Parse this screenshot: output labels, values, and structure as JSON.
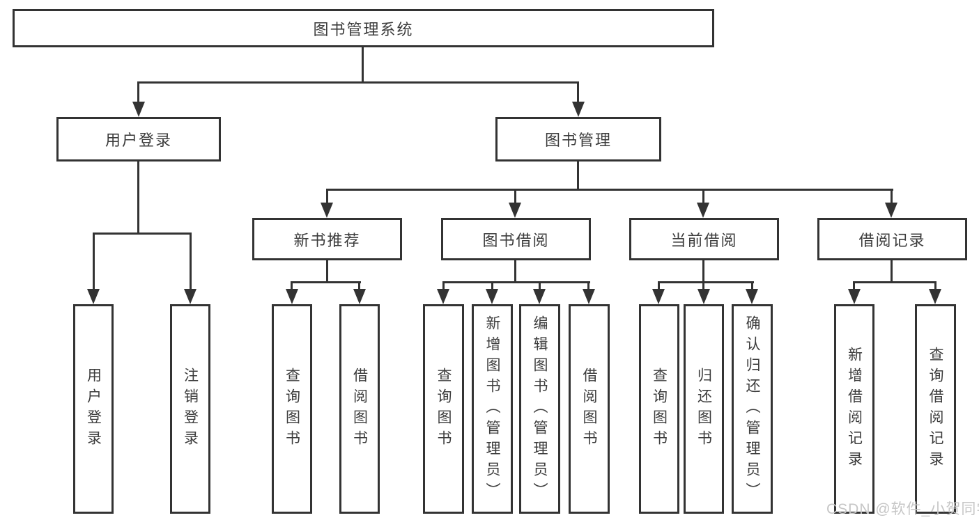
{
  "diagram": {
    "root": {
      "label": "图书管理系统"
    },
    "level2": [
      {
        "label": "用户登录"
      },
      {
        "label": "图书管理"
      }
    ],
    "level3": [
      {
        "label": "新书推荐"
      },
      {
        "label": "图书借阅"
      },
      {
        "label": "当前借阅"
      },
      {
        "label": "借阅记录"
      }
    ],
    "level4": [
      {
        "parent": "用户登录",
        "label": "用户登录"
      },
      {
        "parent": "用户登录",
        "label": "注销登录"
      },
      {
        "parent": "新书推荐",
        "label": "查询图书"
      },
      {
        "parent": "新书推荐",
        "label": "借阅图书"
      },
      {
        "parent": "图书借阅",
        "label": "查询图书"
      },
      {
        "parent": "图书借阅",
        "label": "新增图书（管理员）"
      },
      {
        "parent": "图书借阅",
        "label": "编辑图书（管理员）"
      },
      {
        "parent": "图书借阅",
        "label": "借阅图书"
      },
      {
        "parent": "当前借阅",
        "label": "查询图书"
      },
      {
        "parent": "当前借阅",
        "label": "归还图书"
      },
      {
        "parent": "当前借阅",
        "label": "确认归还（管理员）"
      },
      {
        "parent": "借阅记录",
        "label": "新增借阅记录"
      },
      {
        "parent": "借阅记录",
        "label": "查询借阅记录"
      }
    ],
    "watermark": "CSDN @软件_小贺同学",
    "colors": {
      "line": "#333333",
      "text": "#3c3c3c",
      "background": "#ffffff",
      "watermark": "#c6c6c6"
    }
  }
}
